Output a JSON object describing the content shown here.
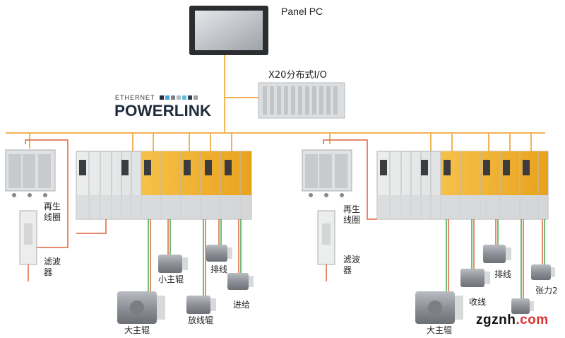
{
  "labels": {
    "panel_pc": "Panel PC",
    "x20_io": "X20分布式I/O",
    "ethernet": "ETHERNET",
    "powerlink": "POWERLINK",
    "left": {
      "regen": "再生线圈",
      "filter": "滤波器",
      "small_roll": "小主辊",
      "traverse": "排线",
      "main_roll": "大主辊",
      "unwind_roll": "放线辊",
      "feed": "进给"
    },
    "right": {
      "regen": "再生线圈",
      "filter": "滤波器",
      "traverse": "排线",
      "wind": "收线",
      "tension": "张力2",
      "main_roll": "大主辊"
    },
    "watermark_main": "zgznh",
    "watermark_tld": ".com"
  },
  "colors": {
    "bus": "#f0b356",
    "power_wire": "#e0623a",
    "signal_wire": "#3aa84a",
    "drive_yellow": "#f3b12c",
    "module_grey": "#d9dadb",
    "motor_grey": "#9fa3a8"
  }
}
